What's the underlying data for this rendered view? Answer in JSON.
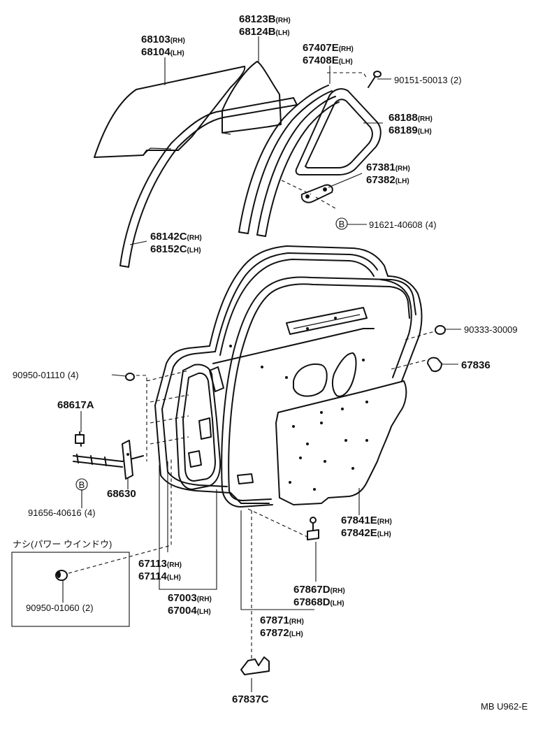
{
  "title": "",
  "diagram_code": "MB U962-E",
  "no_power_window_label": "ナシ(パワー ウインドウ)",
  "bolt_marker": "B",
  "parts": [
    {
      "number": "68103",
      "side": "(RH)"
    },
    {
      "number": "68104",
      "side": "(LH)"
    },
    {
      "number": "68123B",
      "side": "(RH)"
    },
    {
      "number": "68124B",
      "side": "(LH)"
    },
    {
      "number": "67407E",
      "side": "(RH)"
    },
    {
      "number": "67408E",
      "side": "(LH)"
    },
    {
      "number": "90151-50013",
      "qty": "(2)"
    },
    {
      "number": "68188",
      "side": "(RH)"
    },
    {
      "number": "68189",
      "side": "(LH)"
    },
    {
      "number": "67381",
      "side": "(RH)"
    },
    {
      "number": "67382",
      "side": "(LH)"
    },
    {
      "number": "91621-40608",
      "qty": "(4)"
    },
    {
      "number": "68142C",
      "side": "(RH)"
    },
    {
      "number": "68152C",
      "side": "(LH)"
    },
    {
      "number": "90333-30009"
    },
    {
      "number": "67836"
    },
    {
      "number": "90950-01110",
      "qty": "(4)"
    },
    {
      "number": "68617A"
    },
    {
      "number": "68630"
    },
    {
      "number": "91656-40616",
      "qty": "(4)"
    },
    {
      "number": "67841E",
      "side": "(RH)"
    },
    {
      "number": "67842E",
      "side": "(LH)"
    },
    {
      "number": "67113",
      "side": "(RH)"
    },
    {
      "number": "67114",
      "side": "(LH)"
    },
    {
      "number": "67003",
      "side": "(RH)"
    },
    {
      "number": "67004",
      "side": "(LH)"
    },
    {
      "number": "67867D",
      "side": "(RH)"
    },
    {
      "number": "67868D",
      "side": "(LH)"
    },
    {
      "number": "90950-01060",
      "qty": "(2)"
    },
    {
      "number": "67871",
      "side": "(RH)"
    },
    {
      "number": "67872",
      "side": "(LH)"
    },
    {
      "number": "67837C"
    }
  ]
}
